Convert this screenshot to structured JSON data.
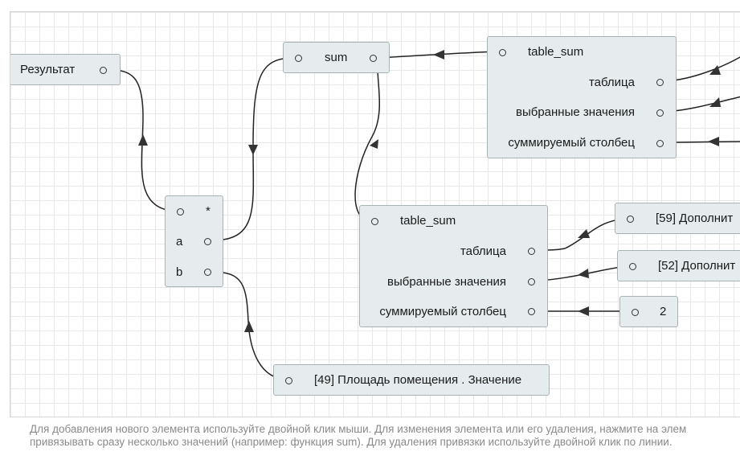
{
  "nodes": {
    "result": {
      "label": "Результат"
    },
    "sum": {
      "label": "sum"
    },
    "table_sum_top": {
      "title": "table_sum",
      "inputs": [
        "таблица",
        "выбранные значения",
        "суммируемый столбец"
      ]
    },
    "multiply": {
      "title": "*",
      "inputs": [
        "a",
        "b"
      ]
    },
    "table_sum_mid": {
      "title": "table_sum",
      "inputs": [
        "таблица",
        "выбранные значения",
        "суммируемый столбец"
      ]
    },
    "value_59": {
      "label": "[59] Дополнит"
    },
    "value_52": {
      "label": "[52] Дополнит"
    },
    "constant_2": {
      "label": "2"
    },
    "value_49": {
      "label": "[49] Площадь помещения . Значение"
    }
  },
  "hint": {
    "line1": "Для добавления нового элемента используйте двойной клик мыши. Для изменения элемента или его удаления, нажмите на элем",
    "line2": "привязывать сразу несколько значений (например: функция sum). Для удаления привязки используйте двойной клик по линии."
  },
  "colors": {
    "node_bg": "#e6eced",
    "node_border": "#a9b3b6",
    "wire": "#222222",
    "grid": "#e8e8e8"
  }
}
